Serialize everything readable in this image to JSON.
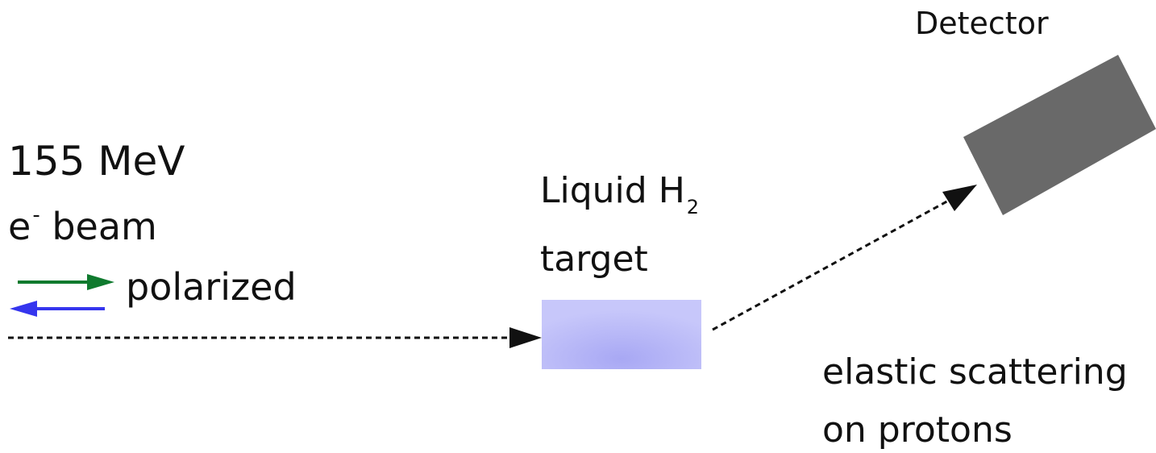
{
  "labels": {
    "detector": "Detector",
    "beam_energy": "155 MeV",
    "beam_particle": "e",
    "beam_charge": "-",
    "beam_word": "beam",
    "polarized": "polarized",
    "target_name": "Liquid H",
    "target_subscript": "2",
    "target_word": "target",
    "process_line1": "elastic scattering",
    "process_line2": "on protons"
  },
  "colors": {
    "polarization_forward_arrow": "#0f7a2e",
    "polarization_backward_arrow": "#3535ee",
    "target_fill": "#c7c7fa",
    "target_center": "#a8a8f4",
    "detector_fill": "#696969",
    "beam_line": "#111111"
  }
}
